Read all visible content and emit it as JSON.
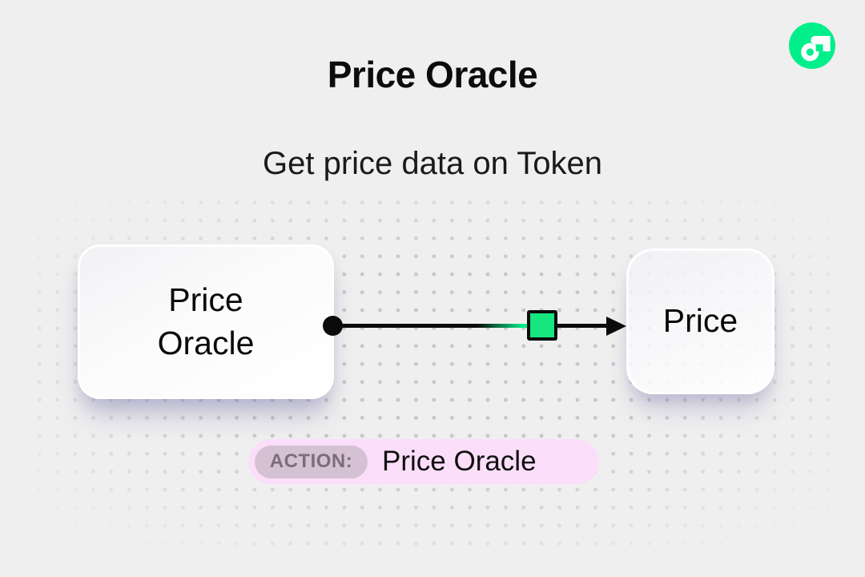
{
  "header": {
    "title": "Price Oracle",
    "subtitle": "Get price data on Token"
  },
  "brand": {
    "logo": "flow-logo",
    "green": "#00EF8B"
  },
  "diagram": {
    "nodes": [
      {
        "id": "source",
        "label": "Price Oracle"
      },
      {
        "id": "target",
        "label": "Price"
      }
    ],
    "edge": {
      "from": "source",
      "to": "target",
      "style": "solid-arrow",
      "marker": "green-square",
      "marker_color": "#17E57D",
      "line_color": "#0B0B0B"
    }
  },
  "action_bar": {
    "badge": "ACTION:",
    "value": "Price Oracle",
    "colors": {
      "pill_bg": "#FBDEF9",
      "badge_bg": "#D5C1D4",
      "badge_text": "#7B6D7B"
    }
  }
}
